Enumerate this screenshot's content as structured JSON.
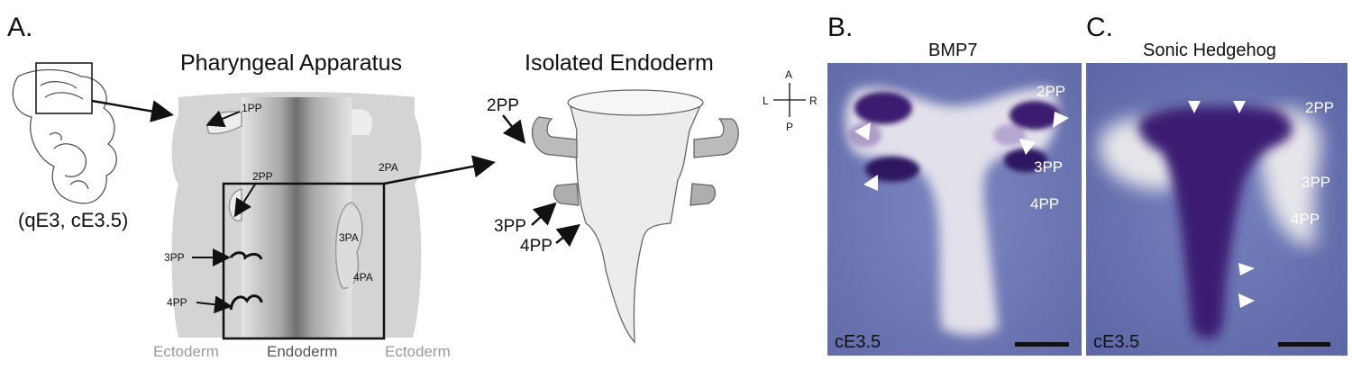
{
  "panel_a": {
    "letter": "A.",
    "stage_label": "(qE3, cE3.5)",
    "pharyngeal_title": "Pharyngeal Apparatus",
    "isolated_title": "Isolated Endoderm",
    "pouch_labels": {
      "pp1": "1PP",
      "pp2": "2PP",
      "pp3": "3PP",
      "pp4": "4PP"
    },
    "arch_labels": {
      "pa2": "2PA",
      "pa3": "3PA",
      "pa4": "4PA"
    },
    "tissue_labels": {
      "ecto_left": "Ectoderm",
      "endoderm": "Endoderm",
      "ecto_right": "Ectoderm"
    },
    "isolated_labels": {
      "pp2": "2PP",
      "pp3": "3PP",
      "pp4": "4PP"
    },
    "axes": {
      "a": "A",
      "p": "P",
      "l": "L",
      "r": "R"
    }
  },
  "panel_b": {
    "letter": "B.",
    "title": "BMP7",
    "stage": "cE3.5",
    "labels": {
      "pp2": "2PP",
      "pp3": "3PP",
      "pp4": "4PP"
    }
  },
  "panel_c": {
    "letter": "C.",
    "title": "Sonic Hedgehog",
    "stage": "cE3.5",
    "labels": {
      "pp2": "2PP",
      "pp3": "3PP",
      "pp4": "4PP"
    }
  },
  "colors": {
    "photo_bg": "#6e78b4",
    "stain": "#3a1d6e",
    "tissue_light": "#dfe0e6",
    "diagram_fill": "#cfcfcf",
    "ecto_text": "#9a9a9a"
  }
}
